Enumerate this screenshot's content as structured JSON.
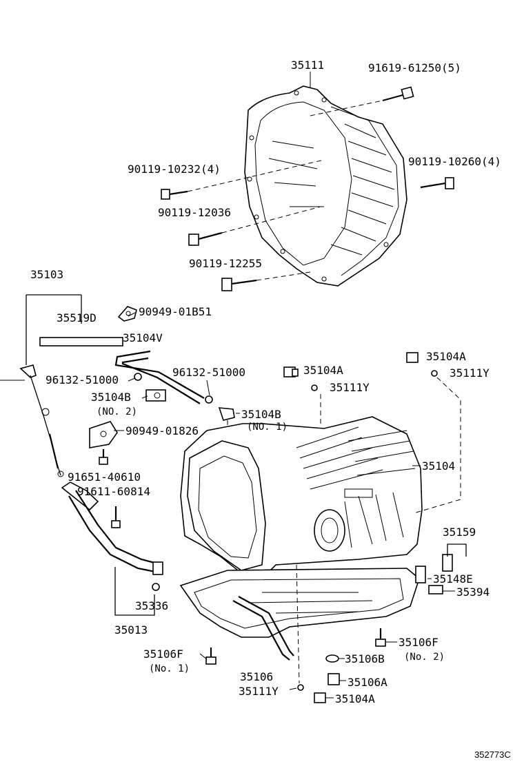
{
  "labels": {
    "l_35111": "35111",
    "l_91619": "91619-61250(5)",
    "l_90119_10232": "90119-10232(4)",
    "l_90119_10260": "90119-10260(4)",
    "l_90119_12036": "90119-12036",
    "l_90119_12255": "90119-12255",
    "l_35103": "35103",
    "l_35519D": "35519D",
    "l_90949_01B51": "90949-01B51",
    "l_35104V": "35104V",
    "l_96132_a": "96132-51000",
    "l_96132_b": "96132-51000",
    "l_35104B_a": "35104B",
    "l_no2_a": "(NO. 2)",
    "l_35104B_b": "35104B",
    "l_no1_a": "(NO. 1)",
    "l_35104A_a": "35104A",
    "l_35111Y_a": "35111Y",
    "l_35104A_b": "35104A",
    "l_35111Y_b": "35111Y",
    "l_90949_01826": "90949-01826",
    "l_35104": "35104",
    "l_91651": "91651-40610",
    "l_91611": "91611-60814",
    "l_35159": "35159",
    "l_35148E": "35148E",
    "l_35394": "35394",
    "l_35336": "35336",
    "l_35013": "35013",
    "l_35106F_a": "35106F",
    "l_no2_b": "(No. 2)",
    "l_35106F_b": "35106F",
    "l_no1_b": "(No. 1)",
    "l_35106B": "35106B",
    "l_35106": "35106",
    "l_35106A": "35106A",
    "l_35111Y_c": "35111Y",
    "l_35104A_c": "35104A",
    "l_ref": "352773C"
  }
}
